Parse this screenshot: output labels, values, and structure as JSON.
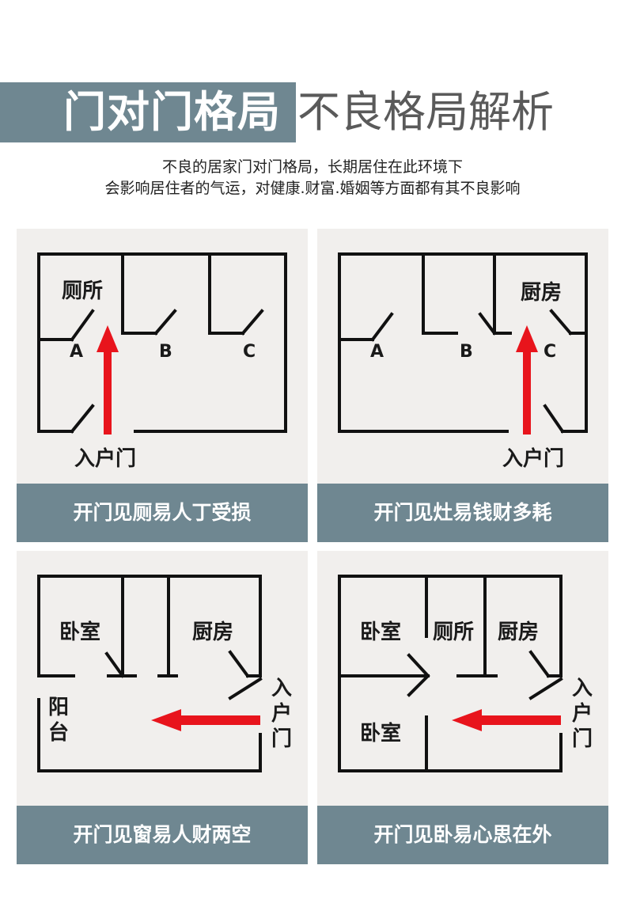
{
  "header": {
    "title_main": "门对门格局",
    "title_sub": "不良格局解析",
    "line1": "不良的居家门对门格局，长期居住在此环境下",
    "line2": "会影响居住者的气运，对健康.财富.婚姻等方面都有其不良影响"
  },
  "colors": {
    "band": "#6f8791",
    "panel_bg": "#f1efed",
    "wall": "#111111",
    "arrow": "#e8141c"
  },
  "panels": [
    {
      "caption": "开门见厕易人丁受损",
      "labels": {
        "room1": "厕所",
        "a": "A",
        "b": "B",
        "c": "C",
        "entry": "入户门"
      }
    },
    {
      "caption": "开门见灶易钱财多耗",
      "labels": {
        "room1": "厨房",
        "a": "A",
        "b": "B",
        "c": "C",
        "entry": "入户门"
      }
    },
    {
      "caption": "开门见窗易人财两空",
      "labels": {
        "room1": "卧室",
        "room2": "厨房",
        "room3": "阳台",
        "entry": "入户门"
      }
    },
    {
      "caption": "开门见卧易心思在外",
      "labels": {
        "room1": "卧室",
        "room2": "厕所",
        "room3": "厨房",
        "room4": "卧室",
        "entry": "入户门"
      }
    }
  ]
}
